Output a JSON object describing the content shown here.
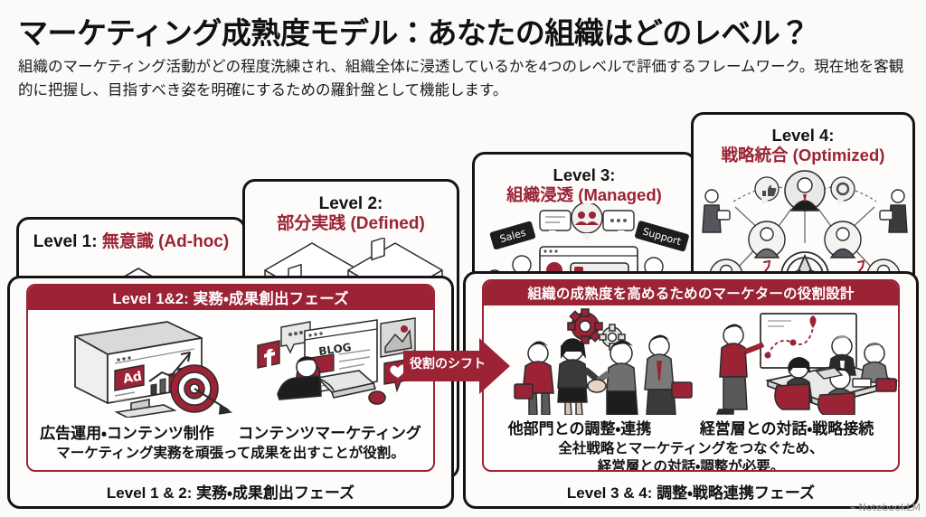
{
  "header": {
    "title": "マーケティング成熟度モデル：あなたの組織はどのレベル？",
    "subtitle": "組織のマーケティング活動がどの程度洗練され、組織全体に浸透しているかを4つのレベルで評価するフレームワーク。現在地を客観的に把握し、目指すべき姿を明確にするための羅針盤として機能します。"
  },
  "colors": {
    "accent": "#9B2335",
    "ink": "#141414",
    "page_bg": "#fbfaf8",
    "card_bg": "#fdfcfa"
  },
  "levels": [
    {
      "id": "l1",
      "num": "Level 1:",
      "jp": "無意識 (Ad-hoc)",
      "inline": true,
      "illustration": "isometric-open-box-icon"
    },
    {
      "id": "l2",
      "num": "Level 2:",
      "jp": "部分実践 (Defined)",
      "inline": false,
      "illustration": "isometric-double-open-box-icon"
    },
    {
      "id": "l3",
      "num": "Level 3:",
      "jp": "組織浸透 (Managed)",
      "inline": false,
      "illustration": "team-dashboard-icon",
      "tags": [
        "Sales",
        "Support"
      ]
    },
    {
      "id": "l4",
      "num": "Level 4:",
      "jp": "戦略統合 (Optimized)",
      "inline": false,
      "illustration": "network-compass-icon"
    }
  ],
  "arrow": {
    "label": "役割のシフト"
  },
  "panels": {
    "left": {
      "banner": "Level 1&2: 実務・成果創出フェーズ",
      "captions": [
        "広告運用・コンテンツ制作",
        "コンテンツマーケティング"
      ],
      "note": "マーケティング実務を頑張って成果を出すことが役割。",
      "footer": "Level 1 & 2: 実務・成果創出フェーズ",
      "illustrations": [
        "ad-monitor-chart-target-icon",
        "blogger-laptop-social-icon"
      ]
    },
    "right": {
      "banner": "組織の成熟度を高めるためのマーケターの役割設計",
      "captions": [
        "他部門との調整・連携",
        "経営層との対話・戦略接続"
      ],
      "note_line1": "全社戦略とマーケティングをつなぐため、",
      "note_line2": "経営層との対話・調整が必要。",
      "footer": "Level 3 & 4: 調整・戦略連携フェーズ",
      "illustrations": [
        "handshake-gears-team-icon",
        "boardroom-presentation-icon"
      ]
    }
  },
  "watermark": {
    "mark": "⌁",
    "text": "NotebookLM"
  }
}
